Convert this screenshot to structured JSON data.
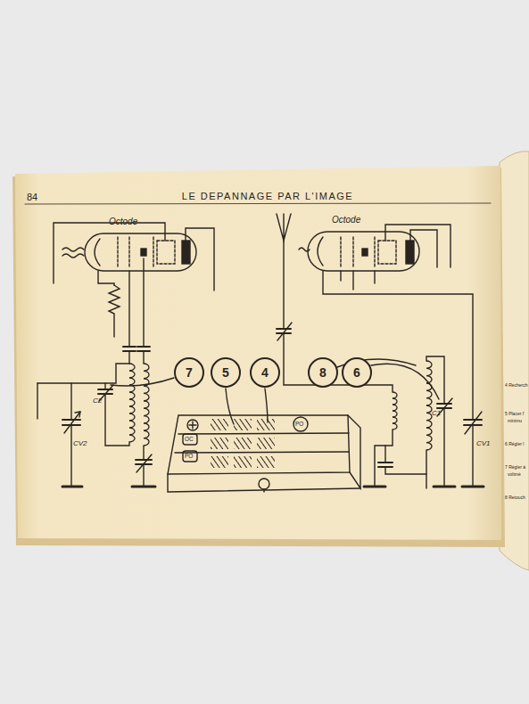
{
  "diagram": {
    "title": "LE DEPANNAGE PAR L'IMAGE",
    "nodes": [
      {
        "text": [
          "7"
        ]
      },
      {
        "text": [
          "5"
        ]
      },
      {
        "text": [
          "4"
        ]
      },
      {
        "text": [
          "8"
        ]
      },
      {
        "text": [
          "6"
        ]
      }
    ],
    "labels": [
      "84",
      "Octode",
      "Octode",
      "C2",
      "CV2",
      "C1",
      "CV1",
      "OC",
      "PO",
      "PO",
      "4 Recherch",
      "5 Placer l'",
      "minimu",
      "6 Régler l",
      "7 Régler à",
      "voltmè",
      "8 Retouch"
    ]
  }
}
